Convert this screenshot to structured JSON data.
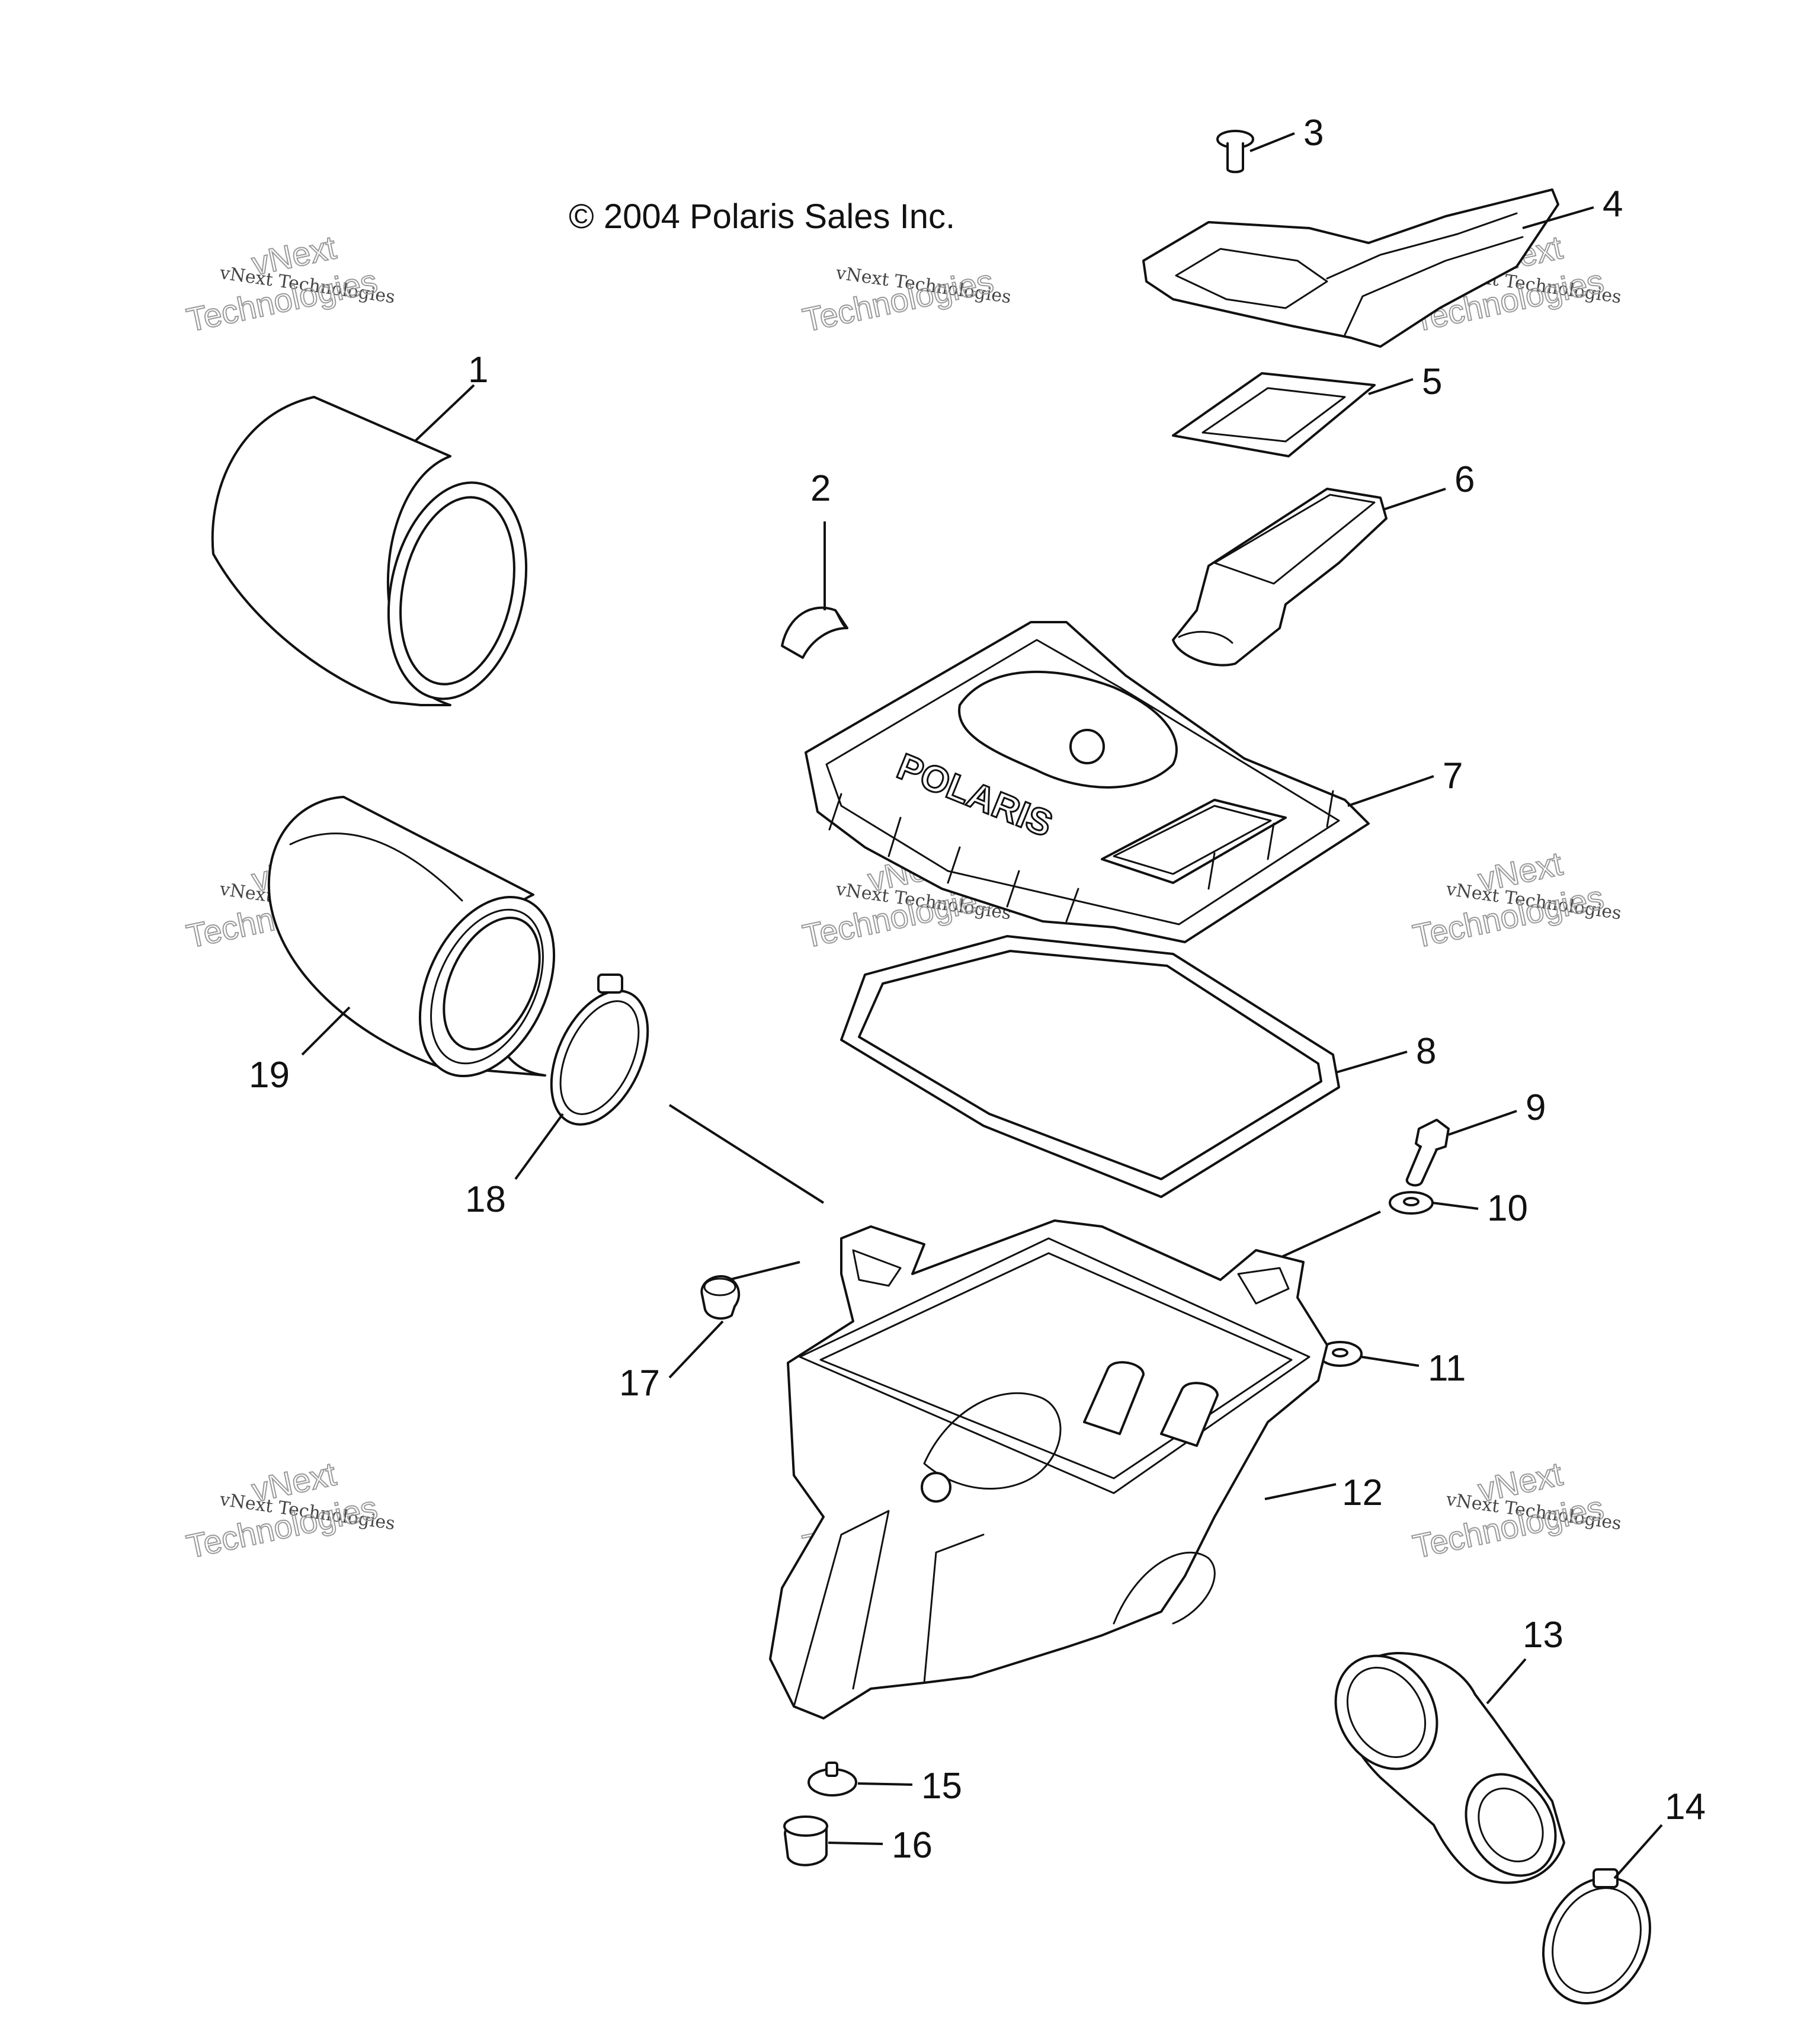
{
  "copyright": "© 2004 Polaris Sales Inc.",
  "brand_logo_text": "POLARIS",
  "watermark": {
    "line_small": "vNext Technologies",
    "line_big_1": "vNext",
    "line_big_2": "Technologies"
  },
  "callouts": [
    {
      "id": "1",
      "label": "1"
    },
    {
      "id": "2",
      "label": "2"
    },
    {
      "id": "3",
      "label": "3"
    },
    {
      "id": "4",
      "label": "4"
    },
    {
      "id": "5",
      "label": "5"
    },
    {
      "id": "6",
      "label": "6"
    },
    {
      "id": "7",
      "label": "7"
    },
    {
      "id": "8",
      "label": "8"
    },
    {
      "id": "9",
      "label": "9"
    },
    {
      "id": "10",
      "label": "10"
    },
    {
      "id": "11",
      "label": "11"
    },
    {
      "id": "12",
      "label": "12"
    },
    {
      "id": "13",
      "label": "13"
    },
    {
      "id": "14",
      "label": "14"
    },
    {
      "id": "15",
      "label": "15"
    },
    {
      "id": "16",
      "label": "16"
    },
    {
      "id": "17",
      "label": "17"
    },
    {
      "id": "18",
      "label": "18"
    },
    {
      "id": "19",
      "label": "19"
    }
  ]
}
